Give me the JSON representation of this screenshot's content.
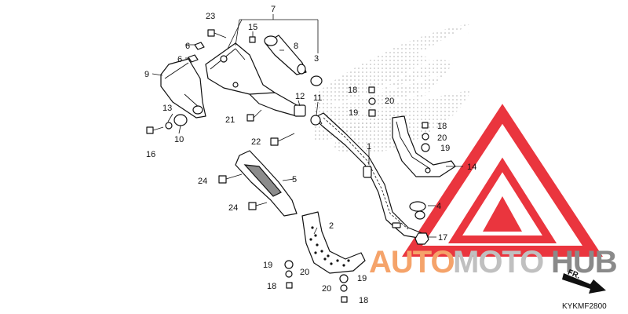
{
  "diagram": {
    "code": "KYKMF2800",
    "direction_label": "FR.",
    "callouts": {
      "c1": "1",
      "c2": "2",
      "c3": "3",
      "c4": "4",
      "c5": "5",
      "c6a": "6",
      "c6b": "6",
      "c7": "7",
      "c8": "8",
      "c9": "9",
      "c10": "10",
      "c11": "11",
      "c12": "12",
      "c13": "13",
      "c14": "14",
      "c15": "15",
      "c16": "16",
      "c17": "17",
      "c18a": "18",
      "c18b": "18",
      "c18c": "18",
      "c18d": "18",
      "c19a": "19",
      "c19b": "19",
      "c19c": "19",
      "c19d": "19",
      "c20a": "20",
      "c20b": "20",
      "c20c": "20",
      "c20d": "20",
      "c21": "21",
      "c22": "22",
      "c23": "23",
      "c24a": "24",
      "c24b": "24"
    }
  },
  "watermark": {
    "text_auto": "AUTO",
    "text_moto": "MOTO",
    "text_hub": "HUB",
    "colors": {
      "orange": "#f5a36a",
      "red": "#e8202a",
      "grey": "#8a8a8a"
    }
  }
}
